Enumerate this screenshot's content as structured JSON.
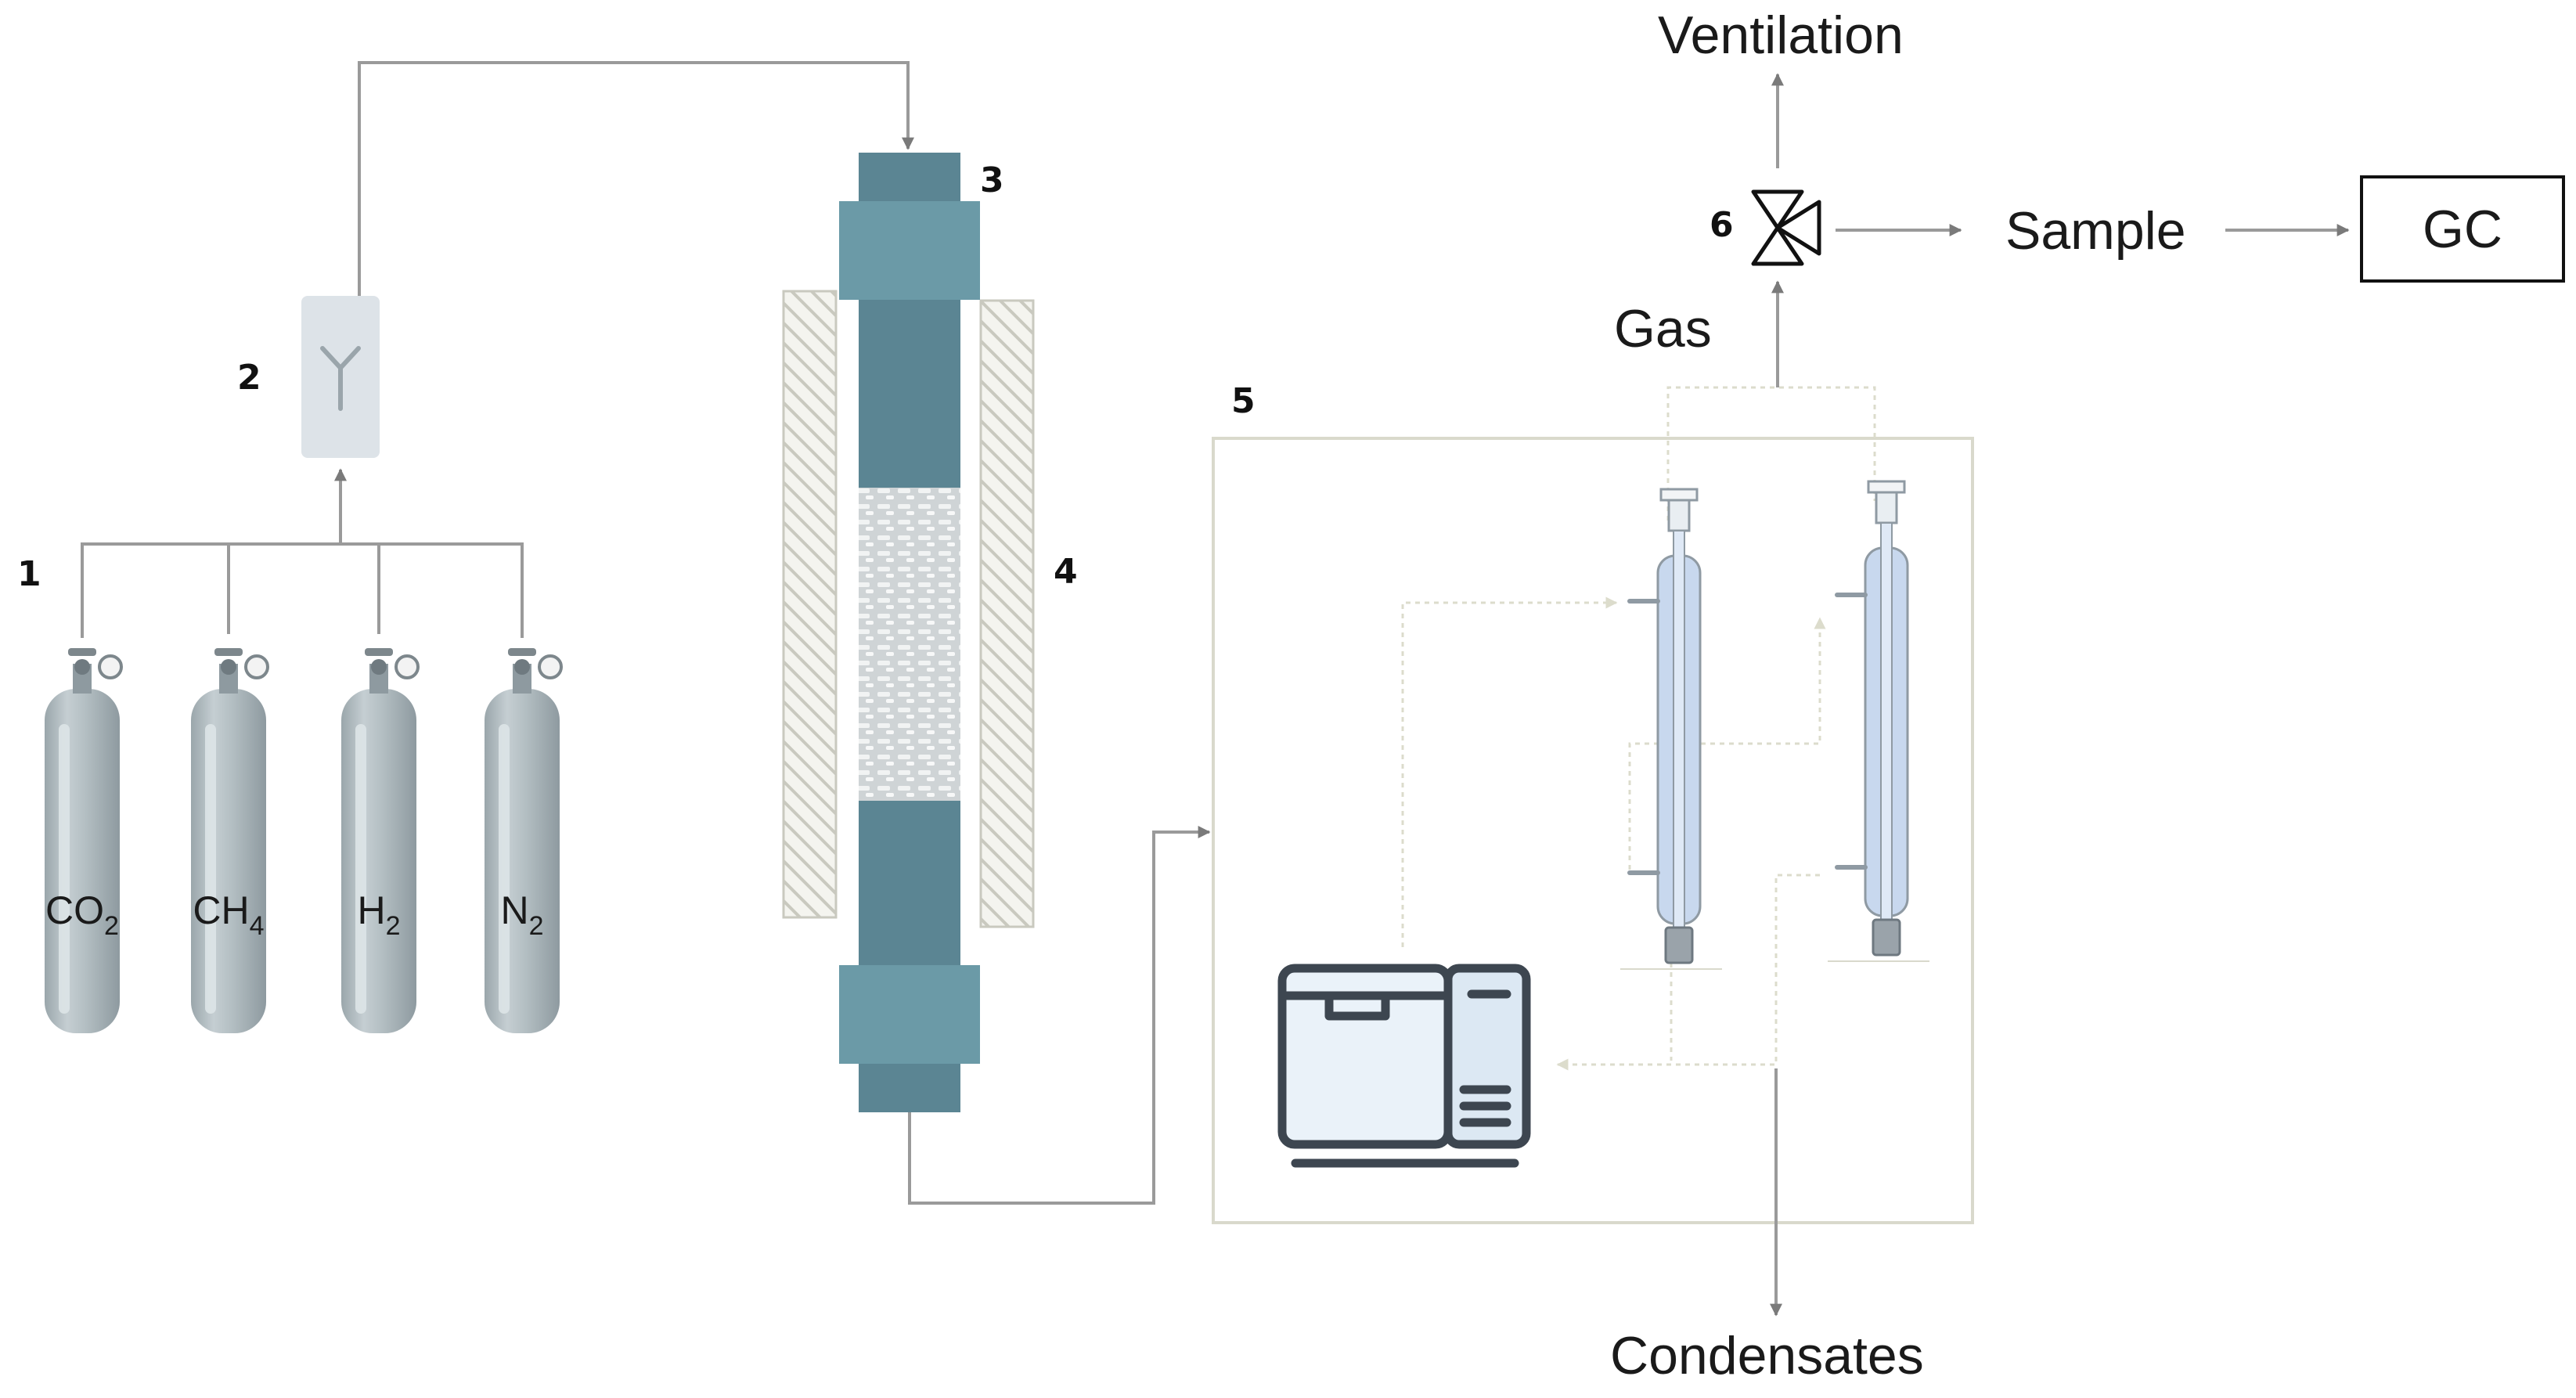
{
  "numbers": {
    "n1": "1",
    "n2": "2",
    "n3": "3",
    "n4": "4",
    "n5": "5",
    "n6": "6"
  },
  "cylinders": [
    {
      "main": "CO",
      "sub": "2"
    },
    {
      "main": "CH",
      "sub": "4"
    },
    {
      "main": "H",
      "sub": "2"
    },
    {
      "main": "N",
      "sub": "2"
    }
  ],
  "labels": {
    "ventilation": "Ventilation",
    "sample": "Sample",
    "gc": "GC",
    "gas": "Gas",
    "condensates": "Condensates"
  },
  "colors": {
    "line": "#9a9a9a",
    "arrow": "#7a7a7a",
    "cylinder": "#aeb8bc",
    "reactor_dark": "#5b8593",
    "reactor_light": "#6b9aa7",
    "mixer": "#dde3e8",
    "box_border": "#d9d9cc",
    "condenser": "#c8d8ee"
  }
}
